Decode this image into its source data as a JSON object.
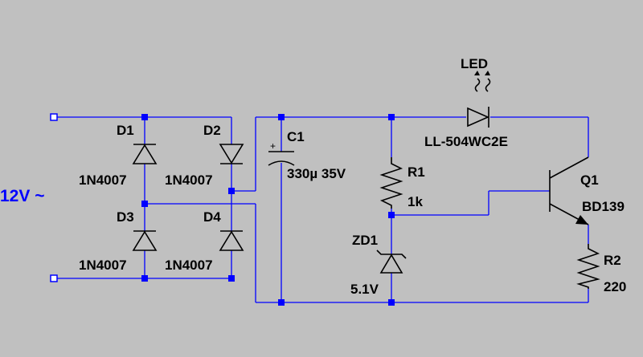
{
  "source_label": "12V ~",
  "components": {
    "d1": {
      "ref": "D1",
      "value": "1N4007"
    },
    "d2": {
      "ref": "D2",
      "value": "1N4007"
    },
    "d3": {
      "ref": "D3",
      "value": "1N4007"
    },
    "d4": {
      "ref": "D4",
      "value": "1N4007"
    },
    "c1": {
      "ref": "C1",
      "value": "330µ 35V",
      "polarity": "+"
    },
    "r1": {
      "ref": "R1",
      "value": "1k"
    },
    "zd1": {
      "ref": "ZD1",
      "value": "5.1V"
    },
    "led": {
      "ref": "LED",
      "value": "LL-504WC2E"
    },
    "q1": {
      "ref": "Q1",
      "value": "BD139"
    },
    "r2": {
      "ref": "R2",
      "value": "220"
    }
  },
  "colors": {
    "background": "#c0c0c0",
    "wire": "#0000ff",
    "component": "#000000",
    "source_text": "#0000ff"
  }
}
